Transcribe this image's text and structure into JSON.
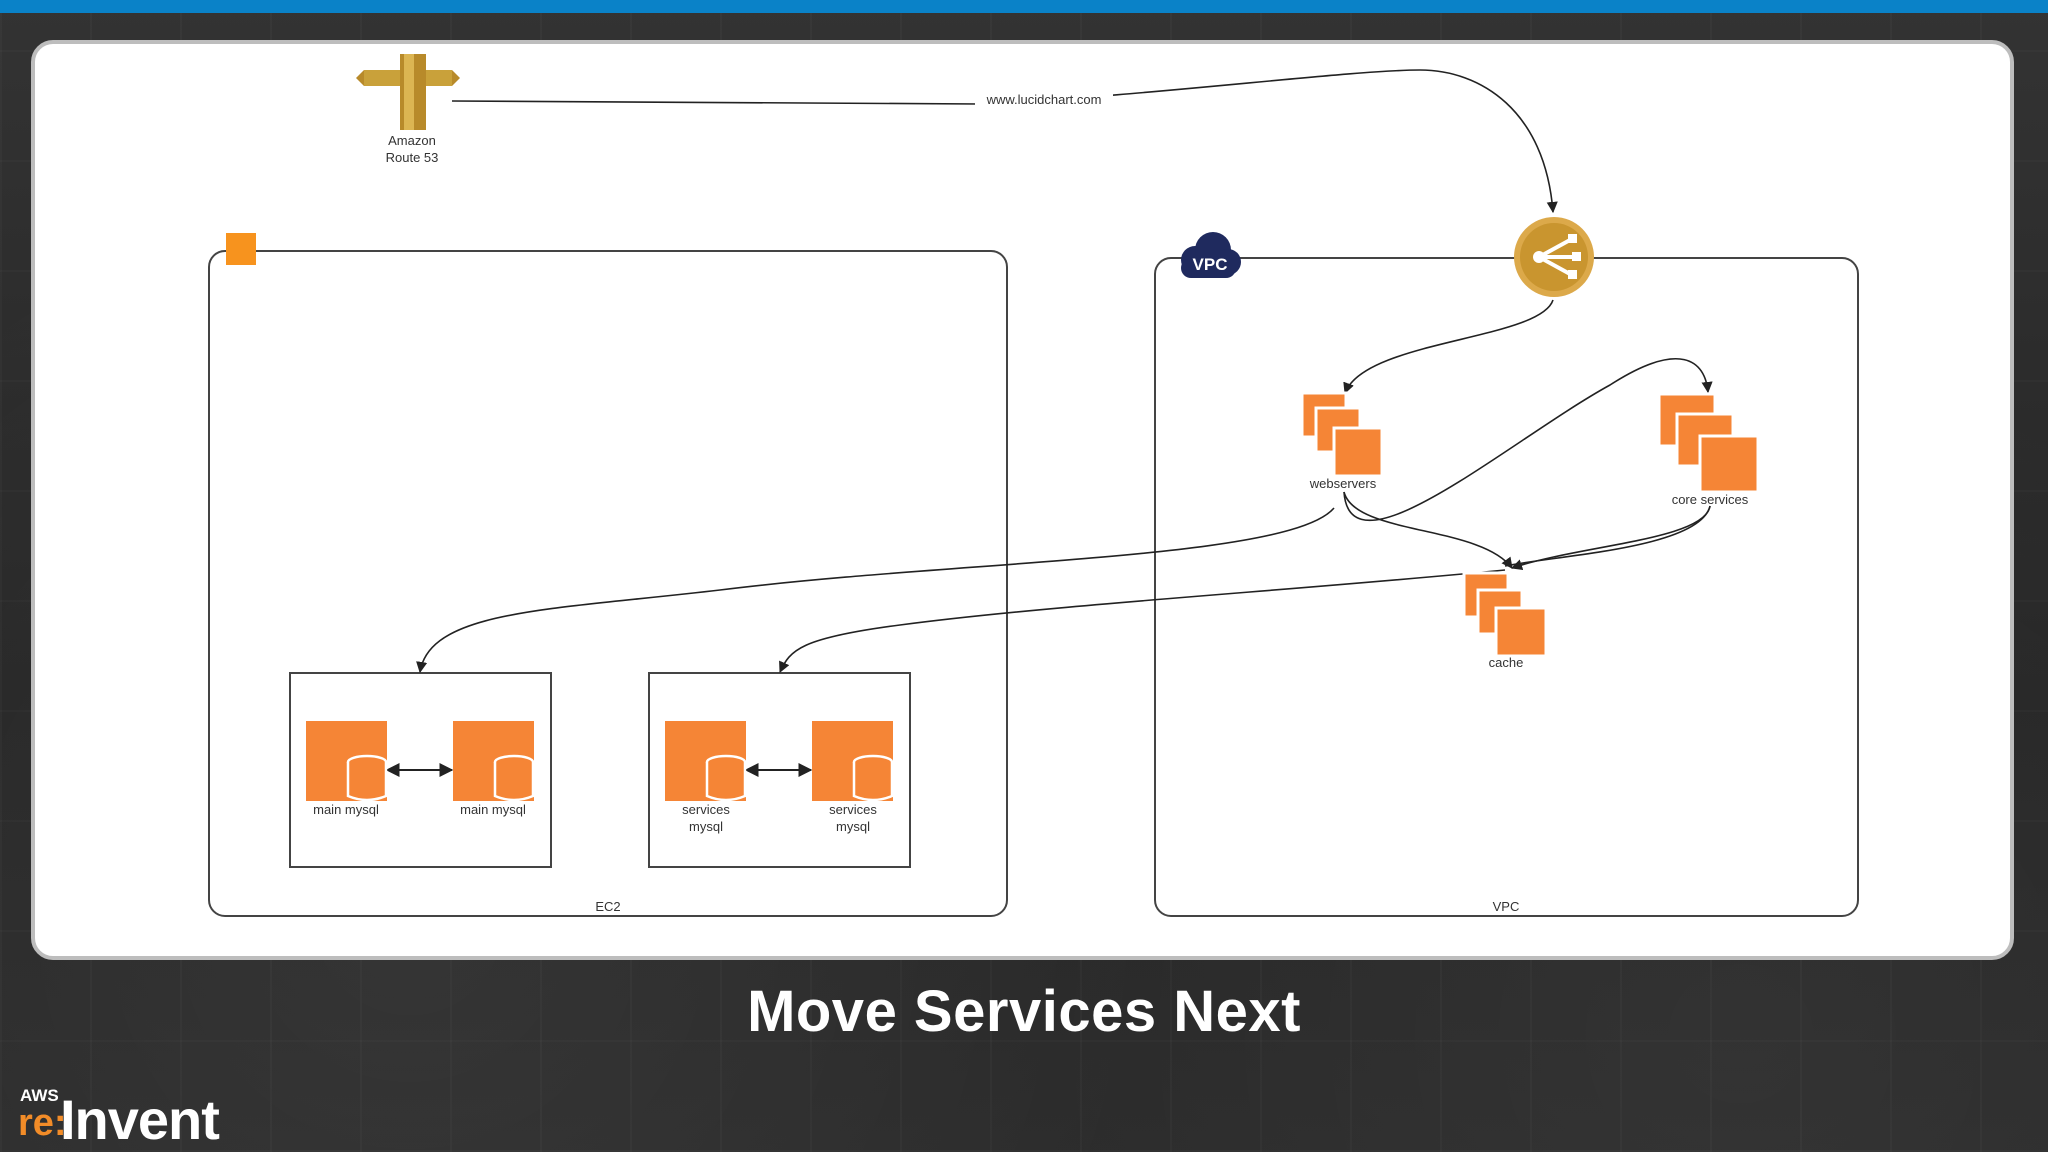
{
  "slide": {
    "title": "Move Services Next"
  },
  "branding": {
    "aws": "AWS",
    "re": "re:",
    "invent": "Invent",
    "accent_color": "#f28c28",
    "top_bar_color": "#0a82c8"
  },
  "diagram": {
    "route53": {
      "line1": "Amazon",
      "line2": "Route 53",
      "icon": "route53-icon"
    },
    "edge_label": "www.lucidchart.com",
    "ec2_group_label": "EC2",
    "vpc_group_label": "VPC",
    "vpc_badge": "VPC",
    "load_balancer_icon": "load-balancer-icon",
    "nodes": {
      "webservers": "webservers",
      "core_services": "core services",
      "cache": "cache",
      "main_mysql_1": "main mysql",
      "main_mysql_2": "main mysql",
      "services_mysql_1": [
        "services",
        "mysql"
      ],
      "services_mysql_2": [
        "services",
        "mysql"
      ]
    },
    "colors": {
      "aws_orange": "#f58536",
      "route53_gold": "#c9a13a",
      "vpc_navy": "#1f2a5e"
    }
  }
}
